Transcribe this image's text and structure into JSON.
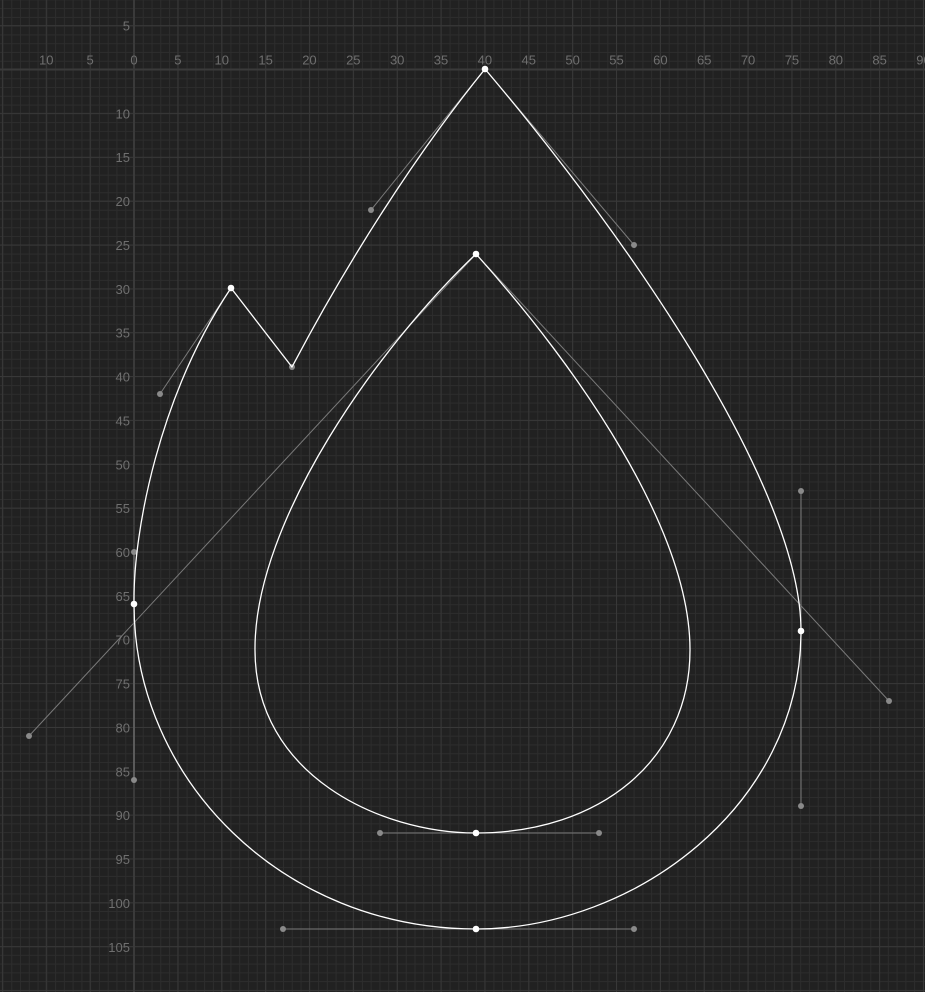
{
  "editor": {
    "colors": {
      "background": "#212121",
      "grid_minor": "#2d2d2d",
      "ruler": "#3a3a3a",
      "tick_text": "#6f6f6f",
      "path": "#ffffff",
      "handle_line": "#7a7a7a",
      "handle_point": "#8a8a8a",
      "anchor": "#ffffff"
    },
    "ruler_x_ticks": [
      "10",
      "5",
      "0",
      "5",
      "10",
      "15",
      "20",
      "25",
      "30",
      "35",
      "40",
      "45",
      "50",
      "55",
      "60",
      "65",
      "70",
      "75",
      "80",
      "85",
      "90"
    ],
    "ruler_y_ticks": [
      "5",
      "5",
      "10",
      "15",
      "20",
      "25",
      "30",
      "35",
      "40",
      "45",
      "50",
      "55",
      "60",
      "65",
      "70",
      "75",
      "80",
      "85",
      "90",
      "95",
      "100",
      "105"
    ]
  }
}
